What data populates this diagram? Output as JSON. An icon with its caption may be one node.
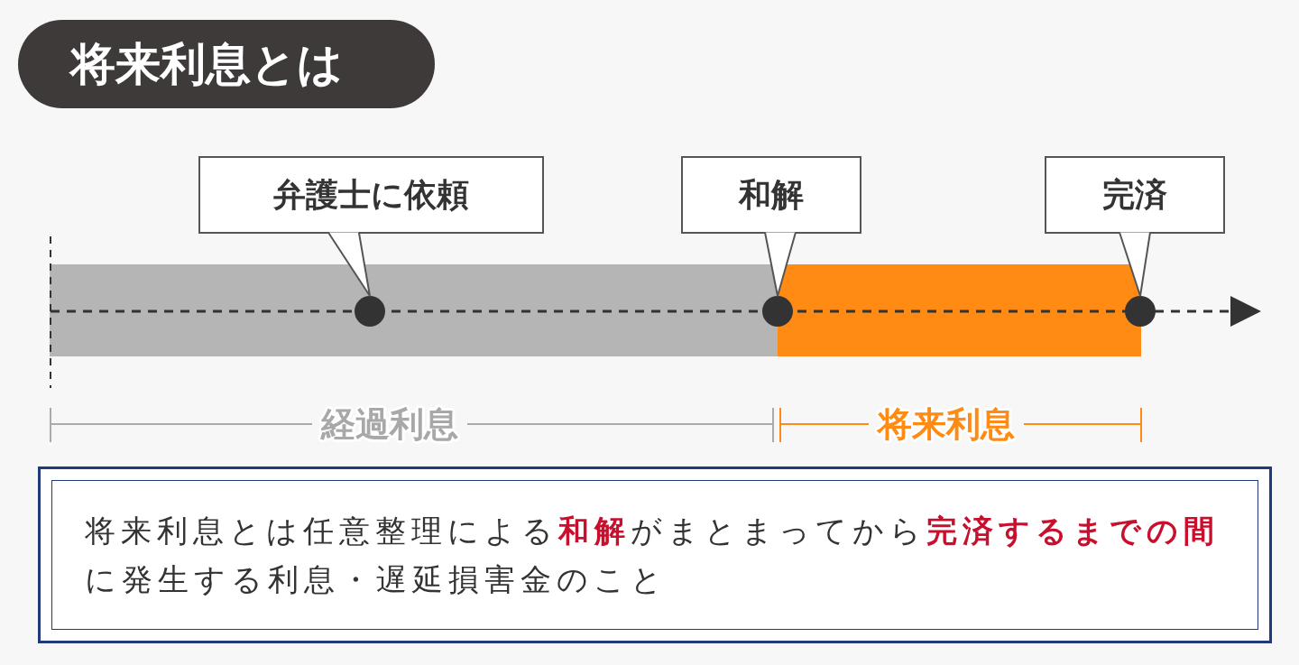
{
  "diagram": {
    "title": "将来利息とは",
    "nodes": [
      {
        "text": [
          "弁護士に依頼"
        ]
      },
      {
        "text": [
          "和解"
        ]
      },
      {
        "text": [
          "完済"
        ]
      },
      {
        "text": [],
        "shape": "circle"
      },
      {
        "text": [],
        "shape": "circle"
      },
      {
        "text": [],
        "shape": "circle"
      },
      {
        "text": [
          "将来利息とは任意整理による**和解**がまとまってから**完済するまでの間**に発生する利息・遅延損害金のこと"
        ]
      }
    ],
    "edges": [
      {
        "from": 0,
        "to": 3,
        "arrow": "to"
      },
      {
        "from": 1,
        "to": 4,
        "arrow": "to"
      },
      {
        "from": 2,
        "to": 5,
        "arrow": "to"
      }
    ],
    "labels": [
      "経過利息",
      "将来利息"
    ]
  }
}
